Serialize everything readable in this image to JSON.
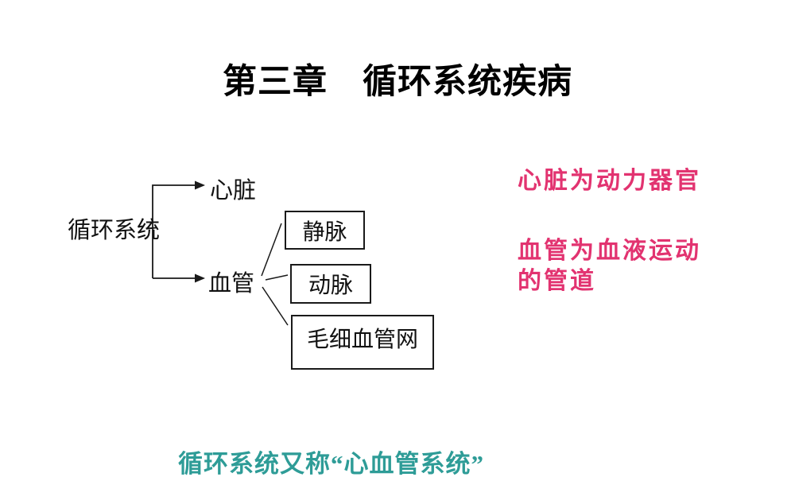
{
  "title": "第三章　循环系统疾病",
  "diagram": {
    "root": "循环系统",
    "branches": [
      "心脏",
      "血管"
    ],
    "vessel_types": [
      "静脉",
      "动脉",
      "毛细血管网"
    ]
  },
  "notes": {
    "heart": "心脏为动力器官",
    "vessel": "血管为血液运动的管道",
    "footer": "循环系统又称“心血管系统”"
  },
  "colors": {
    "annotation_pink": "#e23370",
    "footer_teal": "#2e9c97",
    "diagram_line": "#1a1a1a"
  }
}
